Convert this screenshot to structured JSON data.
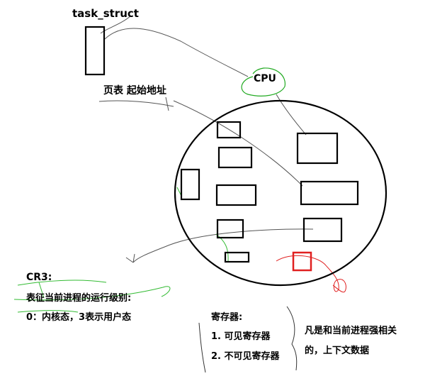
{
  "labels": {
    "task_struct": "task_struct",
    "cpu": "CPU",
    "page_table": "页表 起始地址",
    "cr3_title": "CR3:",
    "cr3_desc": "表征当前进程的运行级别:",
    "cr3_levels": "0：内核态，3表示用户态",
    "registers_title": "寄存器:",
    "registers_visible": "1. 可见寄存器",
    "registers_invisible": "2. 不可见寄存器",
    "note_line1": "凡是和当前进程强相关",
    "note_line2": "的，上下文数据"
  },
  "colors": {
    "ink": "#000000",
    "cpu_highlight": "#22aa22",
    "annotation_green": "#33bb33",
    "current_register": "#e02020",
    "red_scribble": "#e02020",
    "pen_line": "#555555"
  },
  "icons": {
    "task_struct_block": "rectangle",
    "cpu_chip": "circle",
    "register_cell": "rectangle"
  }
}
